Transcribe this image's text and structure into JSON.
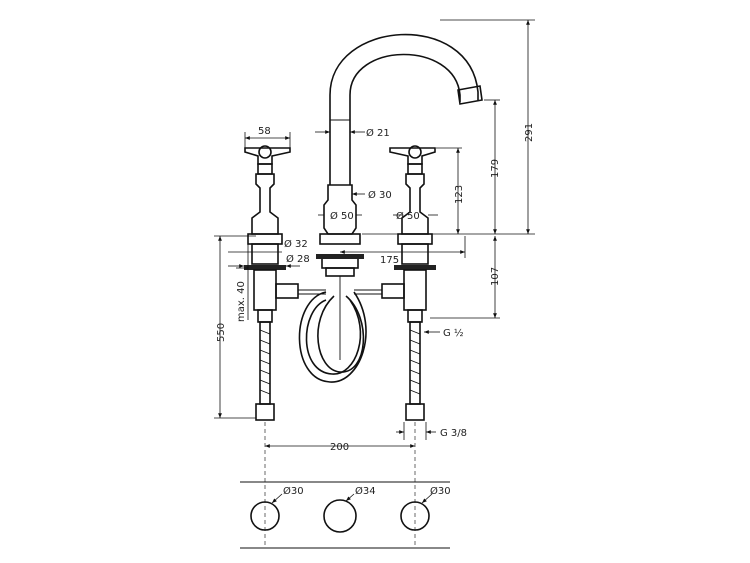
{
  "dimensions": {
    "handle_width": "58",
    "spout_diameter": "Ø 21",
    "body_diameter": "Ø 30",
    "base_left": "Ø 50",
    "base_right": "Ø 50",
    "shank_32": "Ø 32",
    "shank_28": "Ø 28",
    "spacing_175": "175",
    "height_291": "291",
    "height_179": "179",
    "height_123": "123",
    "below_107": "107",
    "max_40": "max. 40",
    "hose_550": "550",
    "thread_half": "G ½",
    "thread_38": "G 3/8",
    "spread_200": "200"
  },
  "holes": {
    "left": "Ø30",
    "center": "Ø34",
    "right": "Ø30"
  }
}
